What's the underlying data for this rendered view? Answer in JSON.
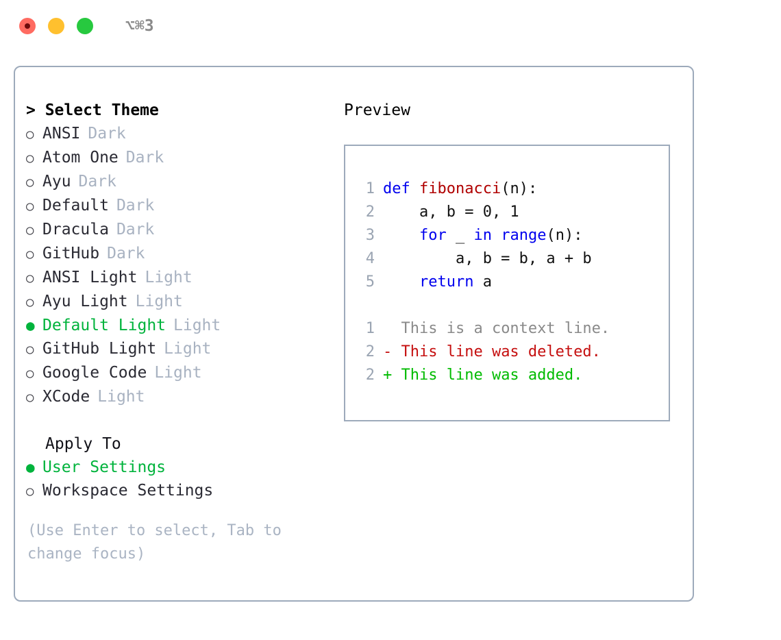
{
  "titlebar": {
    "shortcut": "⌥⌘3",
    "dots": [
      {
        "name": "close-button",
        "color": "#ff6b61"
      },
      {
        "name": "minimize-button",
        "color": "#ffc02e"
      },
      {
        "name": "maximize-button",
        "color": "#27c93f"
      }
    ]
  },
  "theme_list": {
    "header": "> Select Theme",
    "options": [
      {
        "bullet": "○",
        "selected": false,
        "name": "ANSI",
        "category": "Dark"
      },
      {
        "bullet": "○",
        "selected": false,
        "name": "Atom One",
        "category": "Dark"
      },
      {
        "bullet": "○",
        "selected": false,
        "name": "Ayu",
        "category": "Dark"
      },
      {
        "bullet": "○",
        "selected": false,
        "name": "Default",
        "category": "Dark"
      },
      {
        "bullet": "○",
        "selected": false,
        "name": "Dracula",
        "category": "Dark"
      },
      {
        "bullet": "○",
        "selected": false,
        "name": "GitHub",
        "category": "Dark"
      },
      {
        "bullet": "○",
        "selected": false,
        "name": "ANSI Light",
        "category": "Light"
      },
      {
        "bullet": "○",
        "selected": false,
        "name": "Ayu Light",
        "category": "Light"
      },
      {
        "bullet": "●",
        "selected": true,
        "name": "Default Light",
        "category": "Light"
      },
      {
        "bullet": "○",
        "selected": false,
        "name": "GitHub Light",
        "category": "Light"
      },
      {
        "bullet": "○",
        "selected": false,
        "name": "Google Code",
        "category": "Light"
      },
      {
        "bullet": "○",
        "selected": false,
        "name": "XCode",
        "category": "Light"
      }
    ]
  },
  "apply_to": {
    "header": "Apply To",
    "options": [
      {
        "bullet": "●",
        "selected": true,
        "name": "User Settings"
      },
      {
        "bullet": "○",
        "selected": false,
        "name": "Workspace Settings"
      }
    ]
  },
  "hint": "(Use Enter to select, Tab to change focus)",
  "preview": {
    "title": "Preview",
    "code_lines": [
      {
        "num": "1",
        "tokens": [
          {
            "text": "def ",
            "type": "kw"
          },
          {
            "text": "fibonacci",
            "type": "fn"
          },
          {
            "text": "(n):",
            "type": "plain"
          }
        ]
      },
      {
        "num": "2",
        "tokens": [
          {
            "text": "    a, b = 0, 1",
            "type": "plain"
          }
        ]
      },
      {
        "num": "3",
        "tokens": [
          {
            "text": "    ",
            "type": "plain"
          },
          {
            "text": "for",
            "type": "kw"
          },
          {
            "text": " _ ",
            "type": "plain"
          },
          {
            "text": "in ",
            "type": "kw"
          },
          {
            "text": "range",
            "type": "kw"
          },
          {
            "text": "(n):",
            "type": "plain"
          }
        ]
      },
      {
        "num": "4",
        "tokens": [
          {
            "text": "        a, b = b, a + b",
            "type": "plain"
          }
        ]
      },
      {
        "num": "5",
        "tokens": [
          {
            "text": "    ",
            "type": "plain"
          },
          {
            "text": "return",
            "type": "kw"
          },
          {
            "text": " a",
            "type": "plain"
          }
        ]
      }
    ],
    "diff_lines": [
      {
        "num": "1",
        "marker": " ",
        "text": "This is a context line.",
        "type": "ctx"
      },
      {
        "num": "2",
        "marker": "-",
        "text": "This line was deleted.",
        "type": "del"
      },
      {
        "num": "2",
        "marker": "+",
        "text": "This line was added.",
        "type": "add"
      }
    ]
  },
  "colors": {
    "accent_green": "#00b33c",
    "border": "#9daabb",
    "muted": "#a8b2c1",
    "keyword": "#0000ee",
    "function": "#b00000",
    "diff_deleted": "#c50f0f",
    "diff_added": "#00bb00"
  }
}
